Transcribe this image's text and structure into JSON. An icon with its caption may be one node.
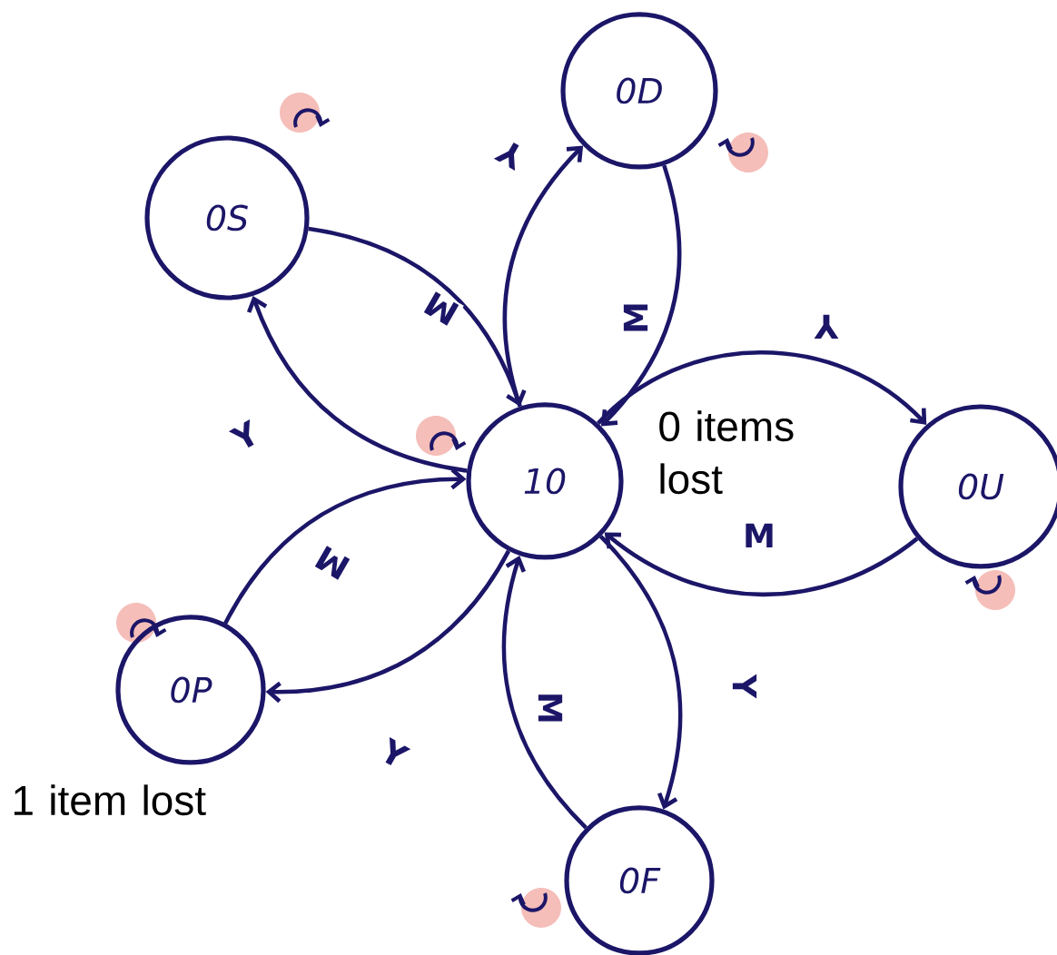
{
  "diagram": {
    "nodes": [
      {
        "text": [
          "0S"
        ]
      },
      {
        "text": [
          "0D"
        ]
      },
      {
        "text": [
          "10"
        ],
        "beside": [
          "0 items lost"
        ]
      },
      {
        "text": [
          "0U"
        ]
      },
      {
        "text": [
          "0P"
        ],
        "beside": [
          "1 item lost"
        ]
      },
      {
        "text": [
          "0F"
        ]
      }
    ],
    "edges": [
      {
        "from": 2,
        "to": 1,
        "arrow": "to",
        "label": "Y"
      },
      {
        "from": 1,
        "to": 2,
        "arrow": "to",
        "label": "M"
      },
      {
        "from": 0,
        "to": 2,
        "arrow": "to",
        "label": "M"
      },
      {
        "from": 2,
        "to": 0,
        "arrow": "to",
        "label": "Y"
      },
      {
        "from": 2,
        "to": 3,
        "arrow": "to",
        "label": "Y"
      },
      {
        "from": 3,
        "to": 2,
        "arrow": "to",
        "label": "M"
      },
      {
        "from": 4,
        "to": 2,
        "arrow": "to",
        "label": "M"
      },
      {
        "from": 2,
        "to": 4,
        "arrow": "to",
        "label": "Y"
      },
      {
        "from": 5,
        "to": 2,
        "arrow": "to",
        "label": "M"
      },
      {
        "from": 2,
        "to": 5,
        "arrow": "to",
        "label": "Y"
      }
    ]
  }
}
